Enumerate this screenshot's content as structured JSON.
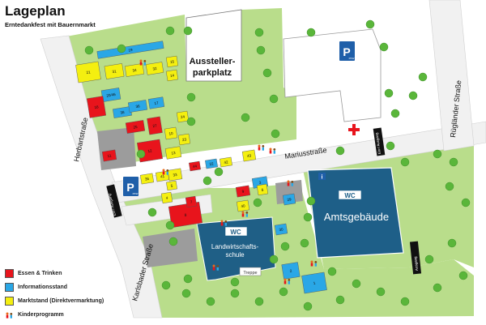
{
  "header": {
    "title": "Lageplan",
    "subtitle": "Erntedankfest mit Bauernmarkt"
  },
  "colors": {
    "food": "#e8141c",
    "info": "#2aa7e6",
    "market": "#f4ef10",
    "green": "#b6dc86",
    "road": "#f0f0f0",
    "building": "#9a9a9a",
    "amtsgebaeude": "#1e5f88",
    "schule": "#1f5f86",
    "parking": "#1f5fa9"
  },
  "labels": {
    "aussteller": [
      "Aussteller-",
      "parkplatz"
    ],
    "mariusstrasse": "Mariusstraße",
    "herbartstrasse": "Herbartstraße",
    "karlsbader": "Karlsbader Straße",
    "ruglaender": "Rügländer Straße",
    "amtsgebaeude": "Amtsgebäude",
    "schule": [
      "Landwirtschafts-",
      "schule"
    ],
    "treppe": "Treppe",
    "wc": "WC",
    "parking_letter": "P",
    "parking_small": "PKW",
    "ein_ausgang_left": "Ein-/ Ausgang",
    "ein_ausgang_top": "Ein-/ Ausgang",
    "ausgang_right": "Ausgang"
  },
  "stands": [
    {
      "id": "19",
      "type": "info"
    },
    {
      "id": "21",
      "type": "market"
    },
    {
      "id": "31",
      "type": "market"
    },
    {
      "id": "32",
      "type": "market"
    },
    {
      "id": "34",
      "type": "market"
    },
    {
      "id": "20/46",
      "type": "info"
    },
    {
      "id": "16",
      "type": "food"
    },
    {
      "id": "38",
      "type": "info"
    },
    {
      "id": "17",
      "type": "info"
    },
    {
      "id": "36",
      "type": "info"
    },
    {
      "id": "27",
      "type": "food"
    },
    {
      "id": "25",
      "type": "food"
    },
    {
      "id": "11",
      "type": "food"
    },
    {
      "id": "12",
      "type": "food"
    },
    {
      "id": "13",
      "type": "market"
    },
    {
      "id": "10",
      "type": "market"
    },
    {
      "id": "35",
      "type": "market"
    },
    {
      "id": "41",
      "type": "market"
    },
    {
      "id": "33",
      "type": "market"
    },
    {
      "id": "44",
      "type": "food"
    },
    {
      "id": "22",
      "type": "info"
    },
    {
      "id": "42",
      "type": "market"
    },
    {
      "id": "43",
      "type": "market"
    },
    {
      "id": "15",
      "type": "market"
    },
    {
      "id": "14",
      "type": "market"
    },
    {
      "id": "23",
      "type": "market"
    },
    {
      "id": "24",
      "type": "market"
    },
    {
      "id": "8",
      "type": "food"
    },
    {
      "id": "9",
      "type": "food"
    },
    {
      "id": "40",
      "type": "market"
    },
    {
      "id": "29",
      "type": "info"
    },
    {
      "id": "30",
      "type": "info"
    },
    {
      "id": "1",
      "type": "info"
    },
    {
      "id": "2",
      "type": "info"
    },
    {
      "id": "3",
      "type": "info"
    },
    {
      "id": "4",
      "type": "market"
    },
    {
      "id": "5",
      "type": "market"
    },
    {
      "id": "6",
      "type": "market"
    },
    {
      "id": "7",
      "type": "food"
    }
  ],
  "legend": [
    {
      "label": "Essen & Trinken",
      "type": "food"
    },
    {
      "label": "Informationsstand",
      "type": "info"
    },
    {
      "label": "Marktstand (Direktvermarktung)",
      "type": "market"
    },
    {
      "label": "Kinderprogramm",
      "type": "kids"
    }
  ]
}
